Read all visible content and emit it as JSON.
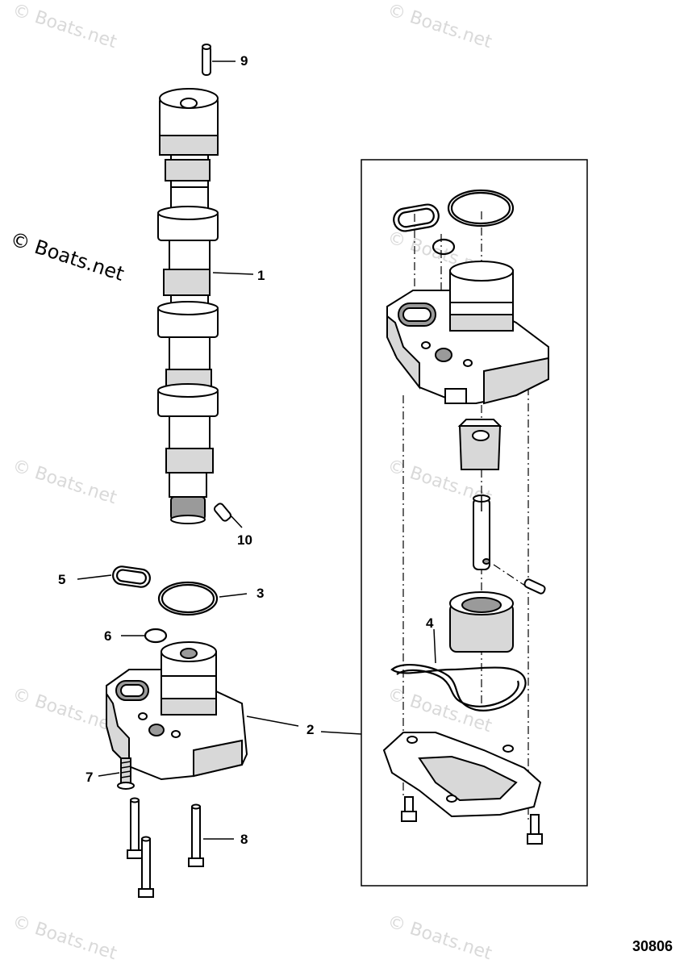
{
  "watermark": {
    "text": "© Boats.net"
  },
  "figure_number": "30806",
  "callouts": {
    "c1": "1",
    "c2": "2",
    "c3": "3",
    "c4": "4",
    "c5": "5",
    "c6": "6",
    "c7": "7",
    "c8": "8",
    "c9": "9",
    "c10": "10"
  },
  "colors": {
    "line": "#000000",
    "shade": "#d8d8d8",
    "watermark": "#d9d9d9"
  }
}
